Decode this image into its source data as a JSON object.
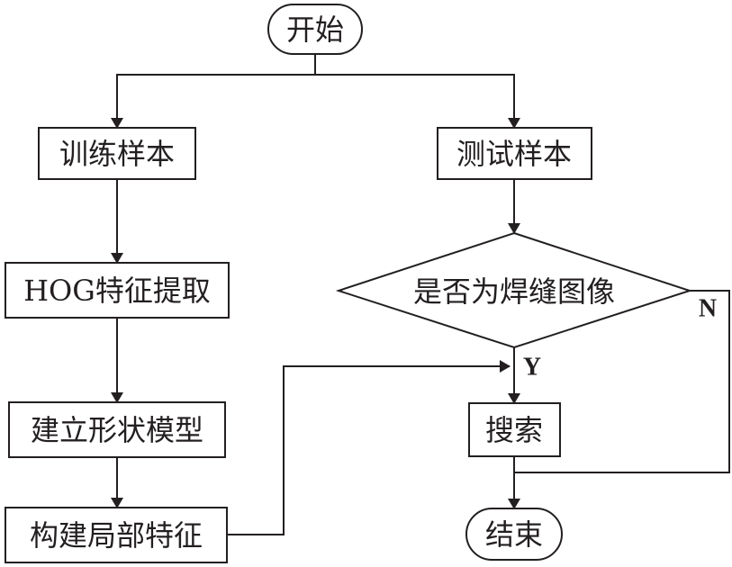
{
  "nodes": {
    "start": "开始",
    "train_samples": "训练样本",
    "test_samples": "测试样本",
    "hog_extraction": "HOG特征提取",
    "weld_check": "是否为焊缝图像",
    "build_shape_model": "建立形状模型",
    "search": "搜索",
    "build_local_features": "构建局部特征",
    "end": "结束"
  },
  "edges": {
    "yes_label": "Y",
    "no_label": "N"
  }
}
